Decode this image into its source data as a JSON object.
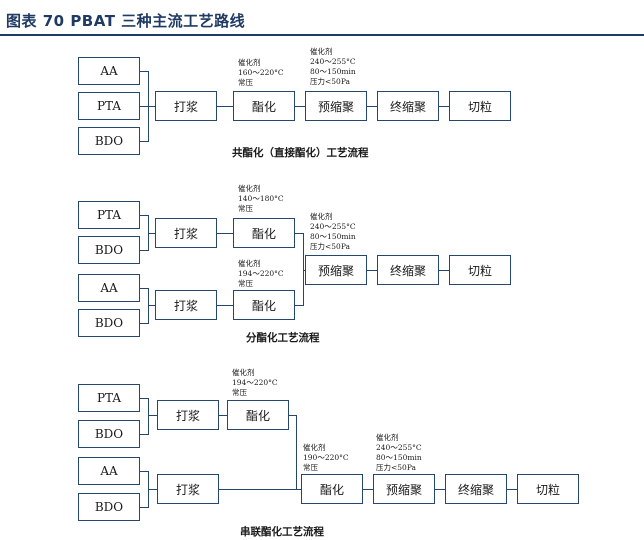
{
  "header": {
    "title": "图表 70  PBAT 三种主流工艺路线"
  },
  "diagram1": {
    "inputs": [
      "AA",
      "PTA",
      "BDO"
    ],
    "steps": [
      "打浆",
      "酯化",
      "预缩聚",
      "终缩聚",
      "切粒"
    ],
    "esterification_note": [
      "催化剂",
      "160～220°C",
      "常压"
    ],
    "precondensation_note": [
      "催化剂",
      "240～255°C",
      "80～150min",
      "压力<50Pa"
    ],
    "caption": "共酯化（直接酯化）工艺流程"
  },
  "diagram2": {
    "line_a_inputs": [
      "PTA",
      "BDO"
    ],
    "line_b_inputs": [
      "AA",
      "BDO"
    ],
    "line_a_steps": [
      "打浆",
      "酯化"
    ],
    "line_b_steps": [
      "打浆",
      "酯化"
    ],
    "merge_steps": [
      "预缩聚",
      "终缩聚",
      "切粒"
    ],
    "line_a_note": [
      "催化剂",
      "140～180°C",
      "常压"
    ],
    "line_b_note": [
      "催化剂",
      "194～220°C",
      "常压"
    ],
    "precondensation_note": [
      "催化剂",
      "240～255°C",
      "80～150min",
      "压力<50Pa"
    ],
    "caption": "分酯化工艺流程"
  },
  "diagram3": {
    "line_a_inputs": [
      "PTA",
      "BDO"
    ],
    "line_b_inputs": [
      "AA",
      "BDO"
    ],
    "line_a_steps": [
      "打浆",
      "酯化"
    ],
    "line_b_steps": [
      "打浆"
    ],
    "merge_steps": [
      "酯化",
      "预缩聚",
      "终缩聚",
      "切粒"
    ],
    "line_a_note": [
      "催化剂",
      "194～220°C",
      "常压"
    ],
    "merge_note": [
      "催化剂",
      "190～220°C",
      "常压"
    ],
    "precondensation_note": [
      "催化剂",
      "240～255°C",
      "80～150min",
      "压力<50Pa"
    ],
    "caption": "串联酯化工艺流程"
  }
}
